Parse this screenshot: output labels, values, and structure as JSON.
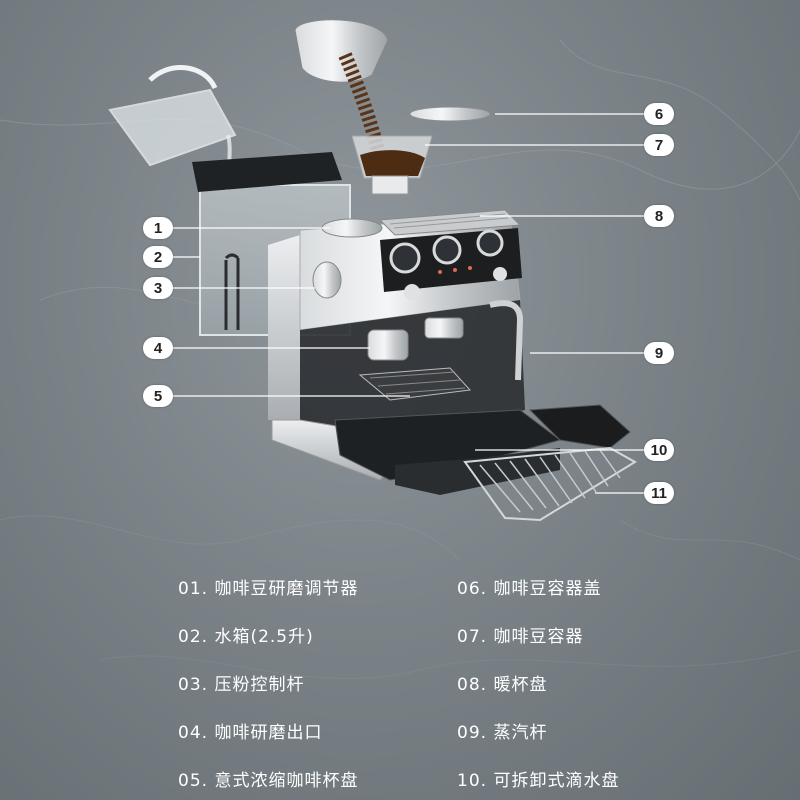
{
  "callouts": [
    "1",
    "2",
    "3",
    "4",
    "5",
    "6",
    "7",
    "8",
    "9",
    "10",
    "11"
  ],
  "legend": [
    "01. 咖啡豆研磨调节器",
    "02. 水箱(2.5升)",
    "03. 压粉控制杆",
    "04. 咖啡研磨出口",
    "05. 意式浓缩咖啡杯盘",
    "06. 咖啡豆容器盖",
    "07. 咖啡豆容器",
    "08. 暖杯盘",
    "09. 蒸汽杆",
    "10. 可拆卸式滴水盘"
  ],
  "colors": {
    "background": "#7b8388",
    "callout_bg": "#ffffff",
    "text": "#ffffff",
    "machine_accent": "#e06a50"
  }
}
